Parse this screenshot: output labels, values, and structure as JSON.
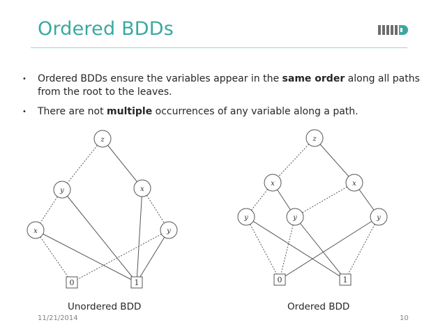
{
  "slide": {
    "title": "Ordered BDDs",
    "bullets": [
      {
        "before": "Ordered BDDs ensure the variables appear in the ",
        "bold": "same order",
        "after": " along all paths from the root to the leaves."
      },
      {
        "before": "There are not ",
        "bold": "multiple",
        "after": " occurrences of any variable along a path."
      }
    ],
    "bullet_glyph": "•",
    "captions": {
      "left": "Unordered BDD",
      "right": "Ordered BDD"
    },
    "footer": {
      "date": "11/21/2014",
      "page": "10"
    }
  },
  "graphs": {
    "left": {
      "nodes": {
        "z": "z",
        "y1": "y",
        "x1": "x",
        "x2": "x",
        "y2": "y",
        "leaf0": "0",
        "leaf1": "1"
      }
    },
    "right": {
      "nodes": {
        "z": "z",
        "x1": "x",
        "x2": "x",
        "y1": "y",
        "y2": "y",
        "y3": "y",
        "leaf0": "0",
        "leaf1": "1"
      }
    }
  },
  "colors": {
    "title": "#3aa8a0",
    "rule": "#9fd3cf",
    "text": "#262626",
    "footer": "#808080"
  }
}
